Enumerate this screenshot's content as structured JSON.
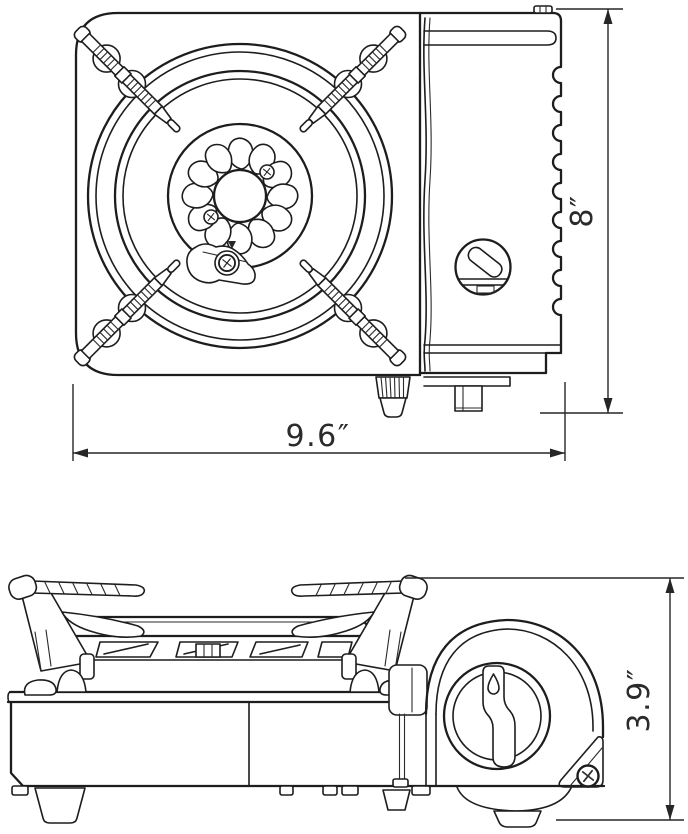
{
  "diagram": {
    "subject": "portable single-burner stove technical drawing, top view and front view",
    "dimensions": {
      "width_label": "9.6″",
      "depth_label": "8″",
      "height_label": "3.9″"
    },
    "icons": {
      "dial_symbol": "flame-drop-icon",
      "burner_pattern": "sun-flame-burner-icon"
    },
    "colors": {
      "line": "#1d1d1d",
      "background": "#ffffff"
    }
  }
}
